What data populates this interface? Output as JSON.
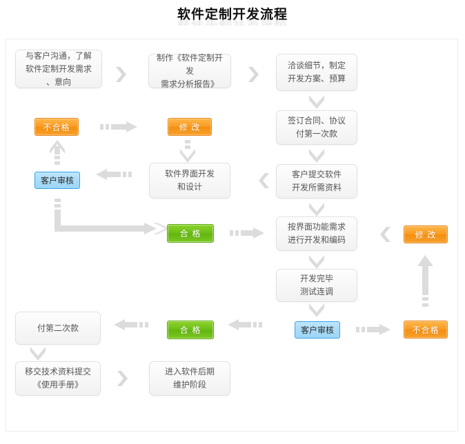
{
  "title": {
    "text": "软件定制开发流程"
  },
  "colors": {
    "orange": "#f79520",
    "orange_border": "#e8861a",
    "green": "#6fc11c",
    "green_border": "#5aa80d",
    "blue": "#a9dcf8",
    "blue_border": "#36a3e8",
    "node_bg": "#f7f7f7",
    "node_border": "#e0e0e0",
    "arrow": "#d6d6d6",
    "frame_border": "#ececec",
    "text": "#555555"
  },
  "nodes": [
    {
      "id": "n1",
      "label": "与客户沟通，了解软件定制开发需求、意向",
      "lines": [
        "与客户沟通，了解",
        "软件定制开发需求",
        "、意向"
      ]
    },
    {
      "id": "n2",
      "label": "制作《软件定制开发需求分析报告》",
      "lines": [
        "制作《软件定制开发",
        "需求分析报告》"
      ]
    },
    {
      "id": "n3",
      "label": "洽谈细节，制定开发方案、预算",
      "lines": [
        "洽谈细节，制定",
        "开发方案、预算"
      ]
    },
    {
      "id": "n4",
      "label": "签订合同、协议付第一次款",
      "lines": [
        "签订合同、协议",
        "付第一次款"
      ]
    },
    {
      "id": "n5",
      "label": "客户提交软件开发所需资料",
      "lines": [
        "客户提交软件",
        "开发所需资料"
      ]
    },
    {
      "id": "n6",
      "label": "按界面功能需求进行开发和编码",
      "lines": [
        "按界面功能需求",
        "进行开发和编码"
      ]
    },
    {
      "id": "n7",
      "label": "开发完毕测试连调",
      "lines": [
        "开发完毕",
        "测试连调"
      ]
    },
    {
      "id": "n8",
      "label": "软件界面开发和设计",
      "lines": [
        "软件界面开发",
        "和设计"
      ]
    },
    {
      "id": "n9",
      "label": "付第二次款",
      "lines": [
        "付第二次款"
      ]
    },
    {
      "id": "n10",
      "label": "移交技术资料提交《使用手册》",
      "lines": [
        "移交技术资料提交",
        "《使用手册》"
      ]
    },
    {
      "id": "n11",
      "label": "进入软件后期维护阶段",
      "lines": [
        "进入软件后期",
        "维护阶段"
      ]
    }
  ],
  "pills": [
    {
      "id": "p_fail_1",
      "label": "不合格",
      "style": "orange"
    },
    {
      "id": "p_modify_1",
      "label": "修  改",
      "style": "orange"
    },
    {
      "id": "p_review_1",
      "label": "客户审核",
      "style": "blue"
    },
    {
      "id": "p_pass_1",
      "label": "合  格",
      "style": "green"
    },
    {
      "id": "p_modify_2",
      "label": "修  改",
      "style": "orange"
    },
    {
      "id": "p_review_2",
      "label": "客户审核",
      "style": "blue"
    },
    {
      "id": "p_fail_2",
      "label": "不合格",
      "style": "orange"
    },
    {
      "id": "p_pass_2",
      "label": "合  格",
      "style": "green"
    }
  ],
  "connectors": [
    {
      "id": "c1",
      "kind": "chevron-right",
      "from": "n1",
      "to": "n2"
    },
    {
      "id": "c2",
      "kind": "chevron-right",
      "from": "n2",
      "to": "n3"
    },
    {
      "id": "c3",
      "kind": "arrow-down",
      "from": "n3",
      "to": "n4"
    },
    {
      "id": "c4",
      "kind": "arrow-down",
      "from": "n4",
      "to": "n5"
    },
    {
      "id": "c5",
      "kind": "arrow-down",
      "from": "n5",
      "to": "n6"
    },
    {
      "id": "c6",
      "kind": "arrow-down",
      "from": "n6",
      "to": "n7"
    },
    {
      "id": "c7",
      "kind": "arrow-down",
      "from": "n7",
      "to": "p_review_2"
    },
    {
      "id": "c8",
      "kind": "dashed-arrow-right",
      "from": "p_review_2",
      "to": "p_fail_2"
    },
    {
      "id": "c9",
      "kind": "arrow-up",
      "from": "p_fail_2",
      "to": "p_modify_2"
    },
    {
      "id": "c10",
      "kind": "chevron-left",
      "from": "p_modify_2",
      "to": "n6"
    },
    {
      "id": "c11",
      "kind": "dashed-arrow-right",
      "from": "p_pass_1",
      "to": "n6"
    },
    {
      "id": "c12",
      "kind": "elbow-arrow-right",
      "from": "p_review_1",
      "to": "p_pass_1"
    },
    {
      "id": "c13",
      "kind": "dashed-arrow-up",
      "from": "p_review_1",
      "to": "p_fail_1"
    },
    {
      "id": "c14",
      "kind": "dashed-arrow-right",
      "from": "p_fail_1",
      "to": "p_modify_1"
    },
    {
      "id": "c15",
      "kind": "dashed-arrow-down",
      "from": "p_modify_1",
      "to": "n8"
    },
    {
      "id": "c16",
      "kind": "dashed-arrow-left",
      "from": "n8",
      "to": "p_review_1"
    },
    {
      "id": "c17",
      "kind": "chevron-left",
      "from": "n6",
      "to": "n8"
    },
    {
      "id": "c18",
      "kind": "dashed-arrow-left",
      "from": "p_review_2",
      "to": "p_pass_2"
    },
    {
      "id": "c19",
      "kind": "dashed-arrow-left",
      "from": "p_pass_2",
      "to": "n9"
    },
    {
      "id": "c20",
      "kind": "arrow-down",
      "from": "n9",
      "to": "n10"
    },
    {
      "id": "c21",
      "kind": "chevron-right",
      "from": "n10",
      "to": "n11"
    }
  ]
}
